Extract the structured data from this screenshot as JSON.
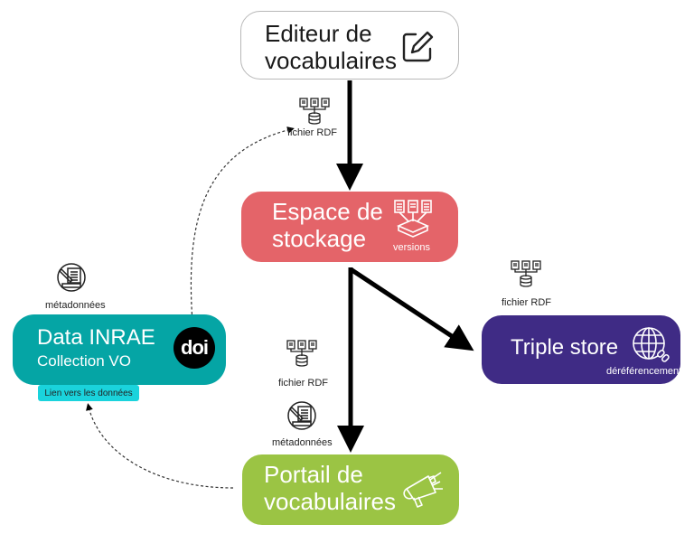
{
  "diagram": {
    "nodes": {
      "editor": {
        "title_line1": "Editeur de",
        "title_line2": "vocabulaires",
        "icon": "edit-icon",
        "color": "#ffffff"
      },
      "storage": {
        "title_line1": "Espace de",
        "title_line2": "stockage",
        "subtitle": "versions",
        "icon": "versions-storage-icon",
        "color": "#e46469"
      },
      "datainrae": {
        "title": "Data INRAE",
        "subtitle": "Collection VO",
        "badge": "doi",
        "color": "#05a5a5"
      },
      "triplestore": {
        "title": "Triple store",
        "subtitle": "déréférencement",
        "icon": "globe-link-icon",
        "color": "#3f2b85"
      },
      "portail": {
        "title_line1": "Portail de",
        "title_line2": "vocabulaires",
        "icon": "megaphone-icon",
        "color": "#9bc444"
      }
    },
    "link_button": {
      "label": "Lien vers les données",
      "color": "#1ad3dc"
    },
    "labels": {
      "rdf_top": "fichier RDF",
      "rdf_right": "fichier RDF",
      "rdf_bottom": "fichier RDF",
      "meta_left": "métadonnées",
      "meta_bottom": "métadonnées"
    },
    "edges": [
      {
        "from": "editor",
        "to": "storage",
        "style": "solid"
      },
      {
        "from": "storage",
        "to": "portail",
        "style": "solid"
      },
      {
        "from": "storage",
        "to": "triplestore",
        "style": "solid"
      },
      {
        "from": "datainrae",
        "to": "rdf_top",
        "style": "dashed"
      },
      {
        "from": "portail",
        "to": "link_button",
        "style": "dashed"
      }
    ]
  }
}
